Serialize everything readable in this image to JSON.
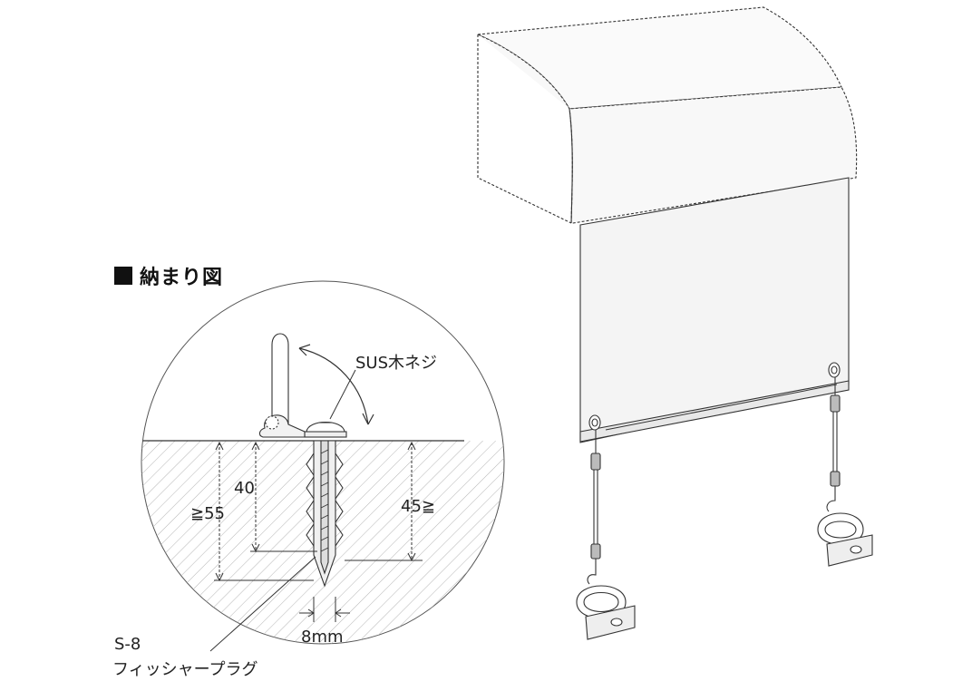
{
  "title": "納まり図",
  "labels": {
    "screw": "SUS木ネジ",
    "depth_40": "40",
    "depth_55": "≧55",
    "depth_45": "45≧",
    "plug_code": "S-8",
    "plug_name": "フィッシャープラグ",
    "diameter": "8mm"
  },
  "colors": {
    "line": "#333333",
    "fill": "#ffffff",
    "text": "#111111"
  },
  "icons": [
    "square-bullet-icon"
  ]
}
